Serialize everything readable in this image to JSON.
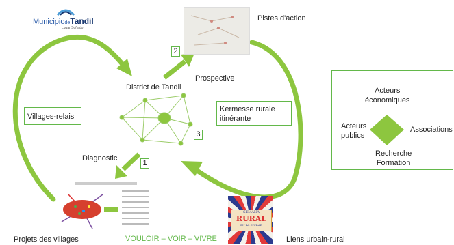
{
  "logo": {
    "name_prefix": "Municipio",
    "name_mid": "de",
    "name_main": "Tandil",
    "subtitle": "Lugar Soñado"
  },
  "labels": {
    "pistes_action": "Pistes d'action",
    "district": "District de Tandil",
    "prospective": "Prospective",
    "diagnostic": "Diagnostic",
    "projets": "Projets des villages",
    "vouloir": "VOULOIR – VOIR – VIVRE",
    "liens": "Liens urbain-rural"
  },
  "boxes": {
    "villages_relais": "Villages-relais",
    "kermesse_line1": "Kermesse rurale",
    "kermesse_line2": "itinérante"
  },
  "numbers": {
    "n1": "1",
    "n2": "2",
    "n3": "3"
  },
  "actors": {
    "top_line1": "Acteurs",
    "top_line2": "économiques",
    "left_line1": "Acteurs",
    "left_line2": "publics",
    "right": "Associations",
    "bottom_line1": "Recherche",
    "bottom_line2": "Formation"
  },
  "poster": {
    "line1": "SEMANA",
    "line2": "RURAL",
    "line3": "EN LA CIUDAD"
  },
  "colors": {
    "green": "#8dc63f",
    "green_dark": "#63b84a",
    "blue_text": "#2a5aa8"
  }
}
